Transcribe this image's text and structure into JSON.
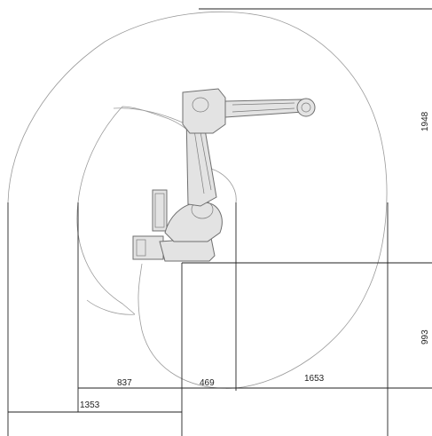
{
  "diagram": {
    "dimensions": {
      "reach_horizontal_outer": "1653",
      "reach_left_inner": "837",
      "reach_base_offset": "469",
      "reach_rear": "1353",
      "height_top": "1948",
      "height_lower": "993"
    },
    "colors": {
      "envelope_line": "#9a9a9a",
      "dimension_line": "#222222",
      "robot_body": "#e3e3e3"
    },
    "icons": {
      "robot": "industrial-robot-arm"
    }
  }
}
